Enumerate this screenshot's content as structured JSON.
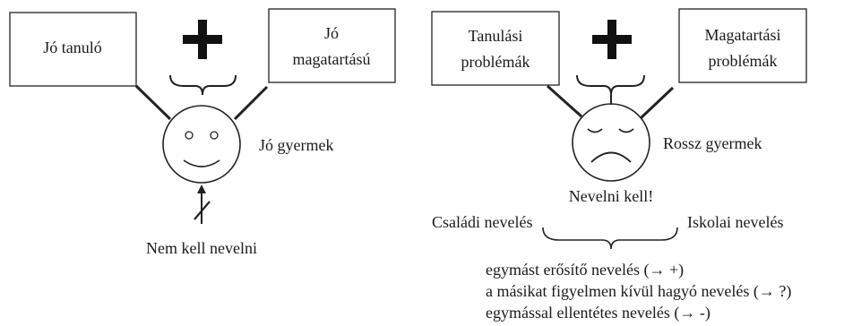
{
  "left": {
    "box_left_lines": [
      "Jó tanuló"
    ],
    "box_right_lines": [
      "Jó",
      "magatartású"
    ],
    "operator": "+",
    "face_label": "Jó gyermek",
    "bottom_label": "Nem kell nevelni"
  },
  "right": {
    "box_left_lines": [
      "Tanulási",
      "problémák"
    ],
    "box_right_lines": [
      "Magatartási",
      "problémák"
    ],
    "operator": "+",
    "face_label": "Rossz gyermek",
    "need_label": "Nevelni kell!",
    "family_label": "Családi nevelés",
    "school_label": "Iskolai nevelés",
    "outcomes": [
      "egymást erősítő nevelés (→ +)",
      "a másikat figyelmen kívül hagyó nevelés (→ ?)",
      "egymással ellentétes nevelés (→ -)"
    ]
  }
}
